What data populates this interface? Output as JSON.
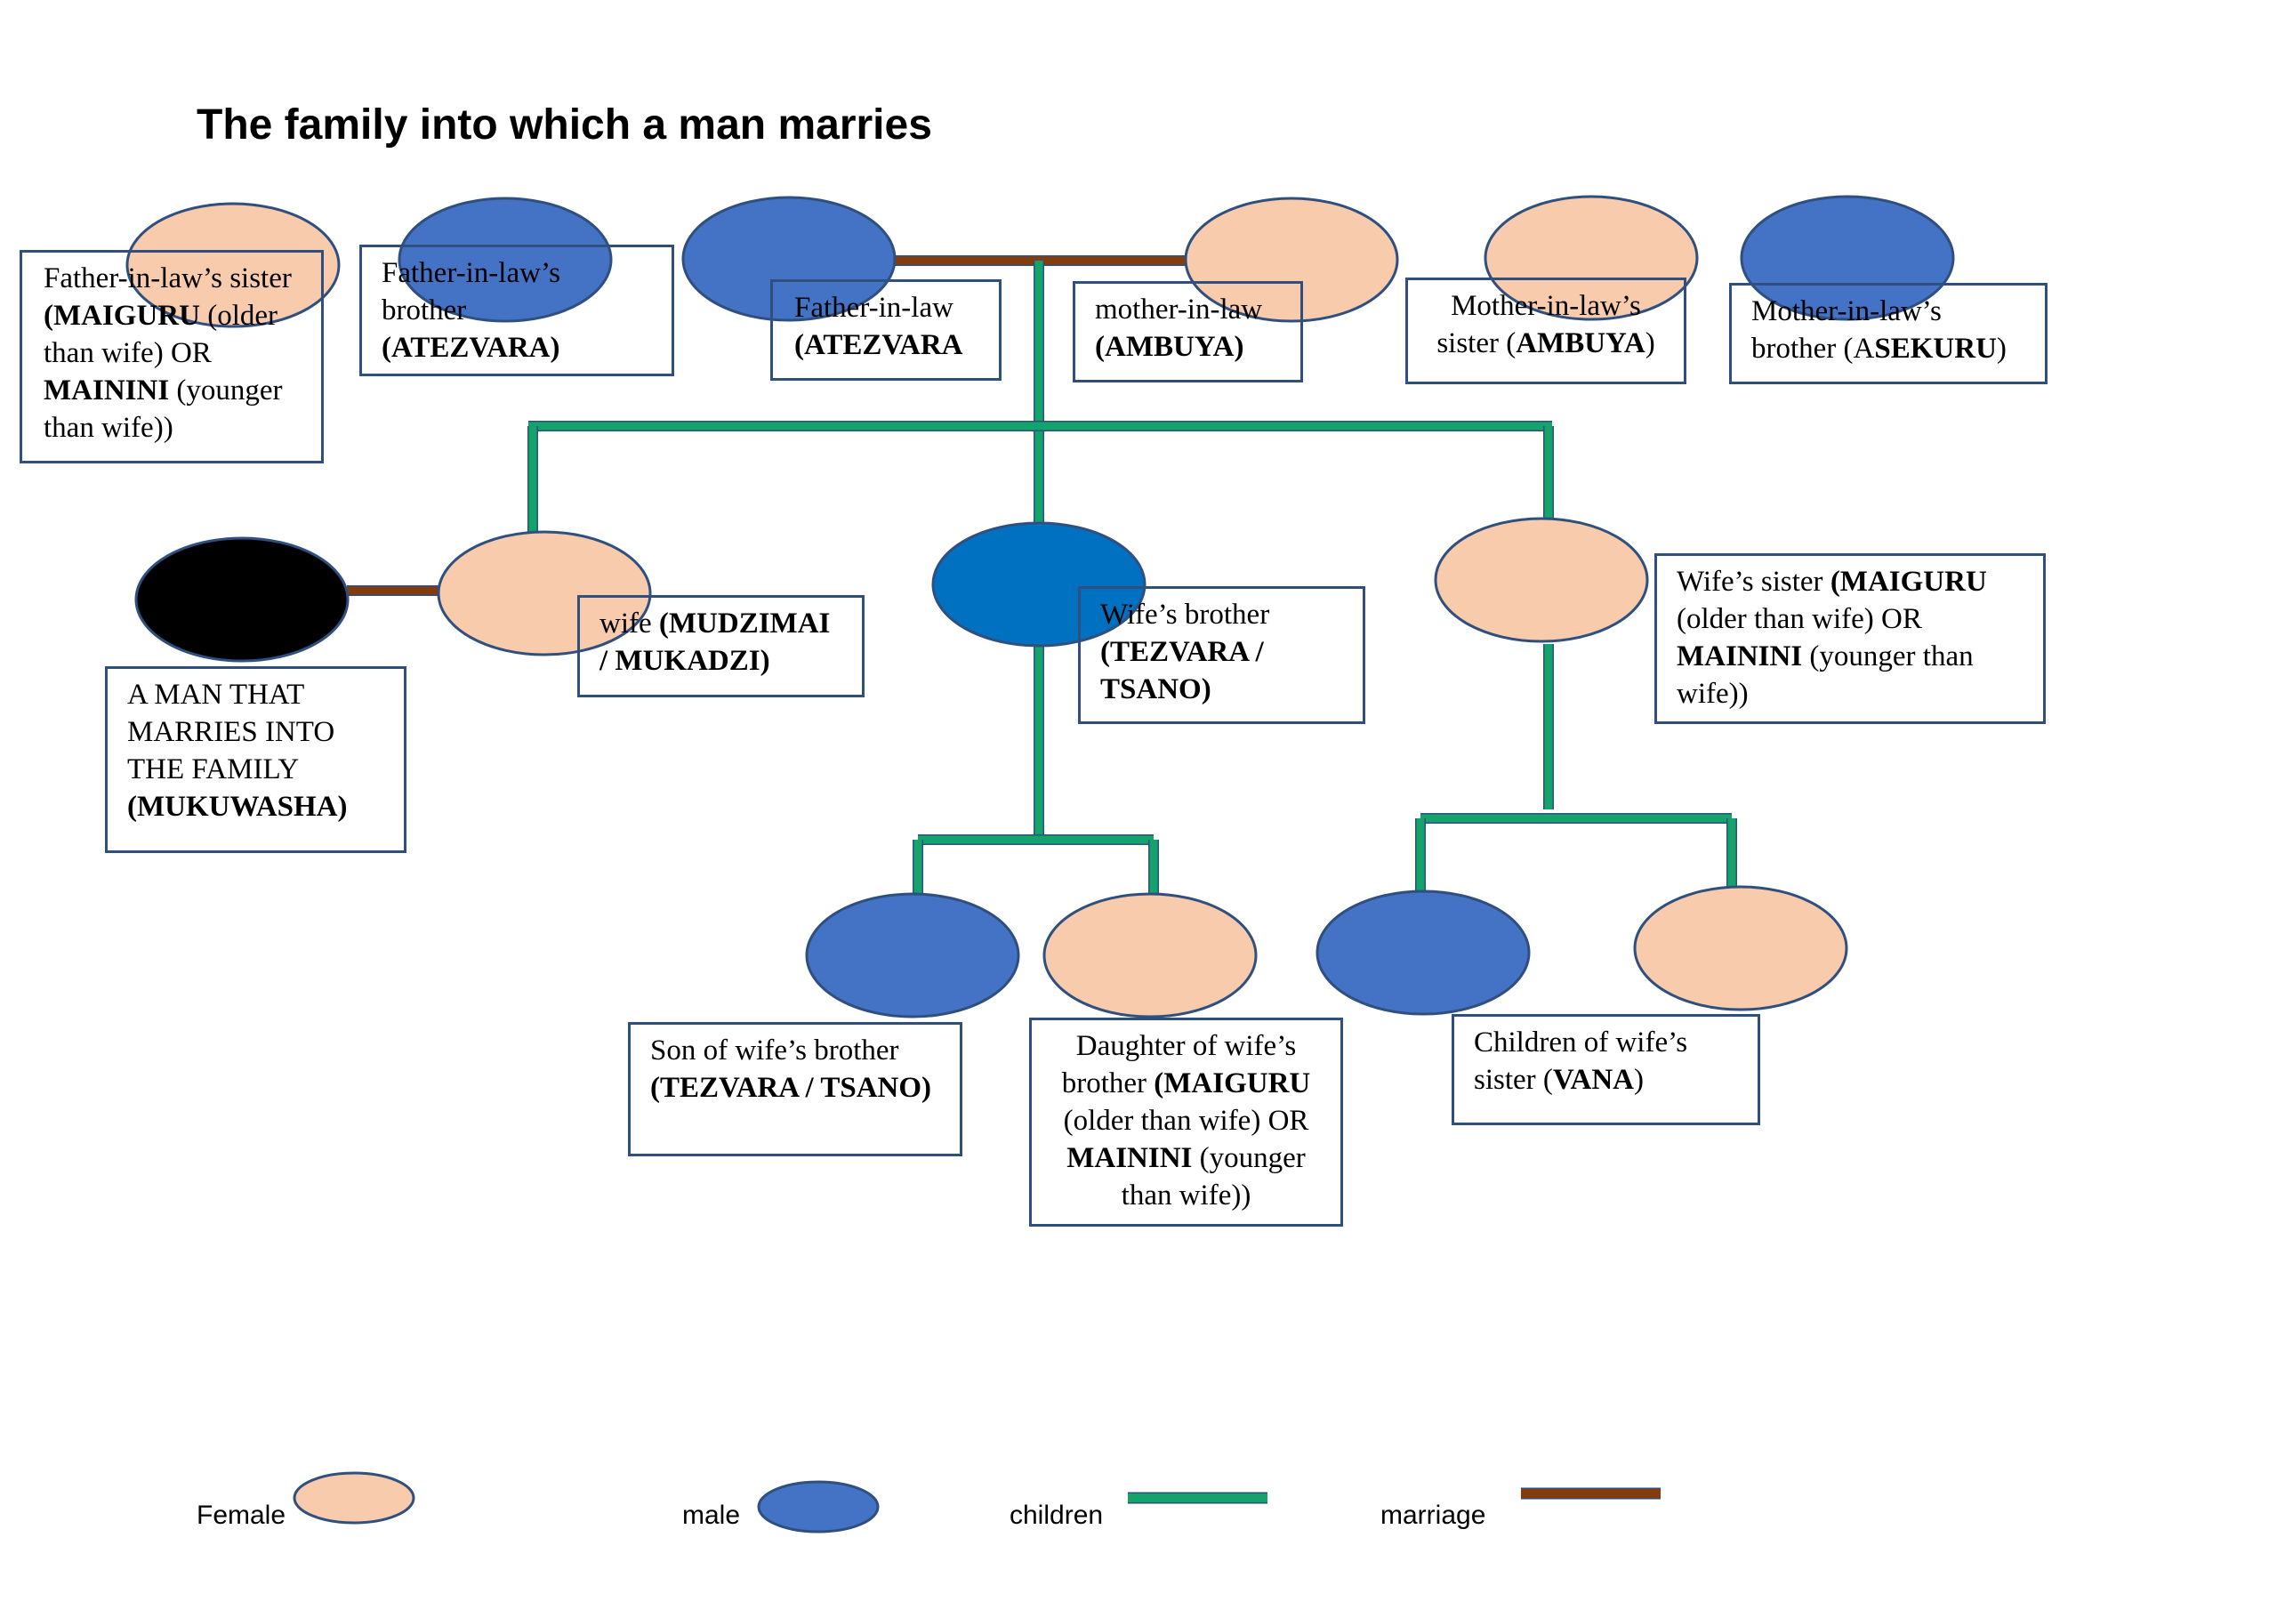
{
  "title": "The family into which a man marries",
  "colors": {
    "female": "#f8cbad",
    "male": "#4472c4",
    "wifes_brother": "#0070c0",
    "husband": "#000000",
    "children_line": "#13a36b",
    "marriage_line": "#843c0c",
    "outline": "#2f4f7f"
  },
  "labels": {
    "fil_sister": {
      "line1": "Father-in-law’s sister",
      "bold1": "(MAIGURU",
      "line2": " (older than wife) OR",
      "bold2": "MAININI",
      "line3": " (younger than wife))"
    },
    "fil_brother": {
      "text": "Father-in-law’s brother",
      "bold": "(ATEZVARA)"
    },
    "father_in_law": {
      "text": "Father-in-law",
      "bold": "(ATEZVARA"
    },
    "mother_in_law": {
      "text": "mother-in-law",
      "bold": "(AMBUYA)"
    },
    "mil_sister": {
      "text": "Mother-in-law’s sister (",
      "bold": "AMBUYA",
      "end": ")"
    },
    "mil_brother": {
      "text": "Mother-in-law’s brother (A",
      "bold": "SEKURU",
      "end": ")"
    },
    "wife": {
      "text": "wife ",
      "bold": "(MUDZIMAI / MUKADZI)"
    },
    "wifes_brother": {
      "text": "Wife’s brother",
      "bold": "(TEZVARA / TSANO)"
    },
    "wifes_sister": {
      "text1": "Wife’s sister ",
      "bold1": "(MAIGURU",
      "text2": " (older than wife) OR",
      "bold2": "MAININI",
      "text3": " (younger than wife))"
    },
    "husband": {
      "text": "A MAN THAT MARRIES INTO THE FAMILY",
      "bold": "(MUKUWASHA)"
    },
    "son_wb": {
      "text": "Son of wife’s brother",
      "bold": "(TEZVARA / TSANO)"
    },
    "daughter_wb": {
      "text1": "Daughter of wife’s brother ",
      "bold1": "(MAIGURU",
      "text2": " (older than wife) OR",
      "bold2": "MAININI",
      "text3": " (younger than wife))"
    },
    "children_ws": {
      "text": "Children of wife’s sister (",
      "bold": "VANA",
      "end": ")"
    }
  },
  "legend": {
    "female": "Female",
    "male": "male",
    "children": "children",
    "marriage": "marriage"
  }
}
